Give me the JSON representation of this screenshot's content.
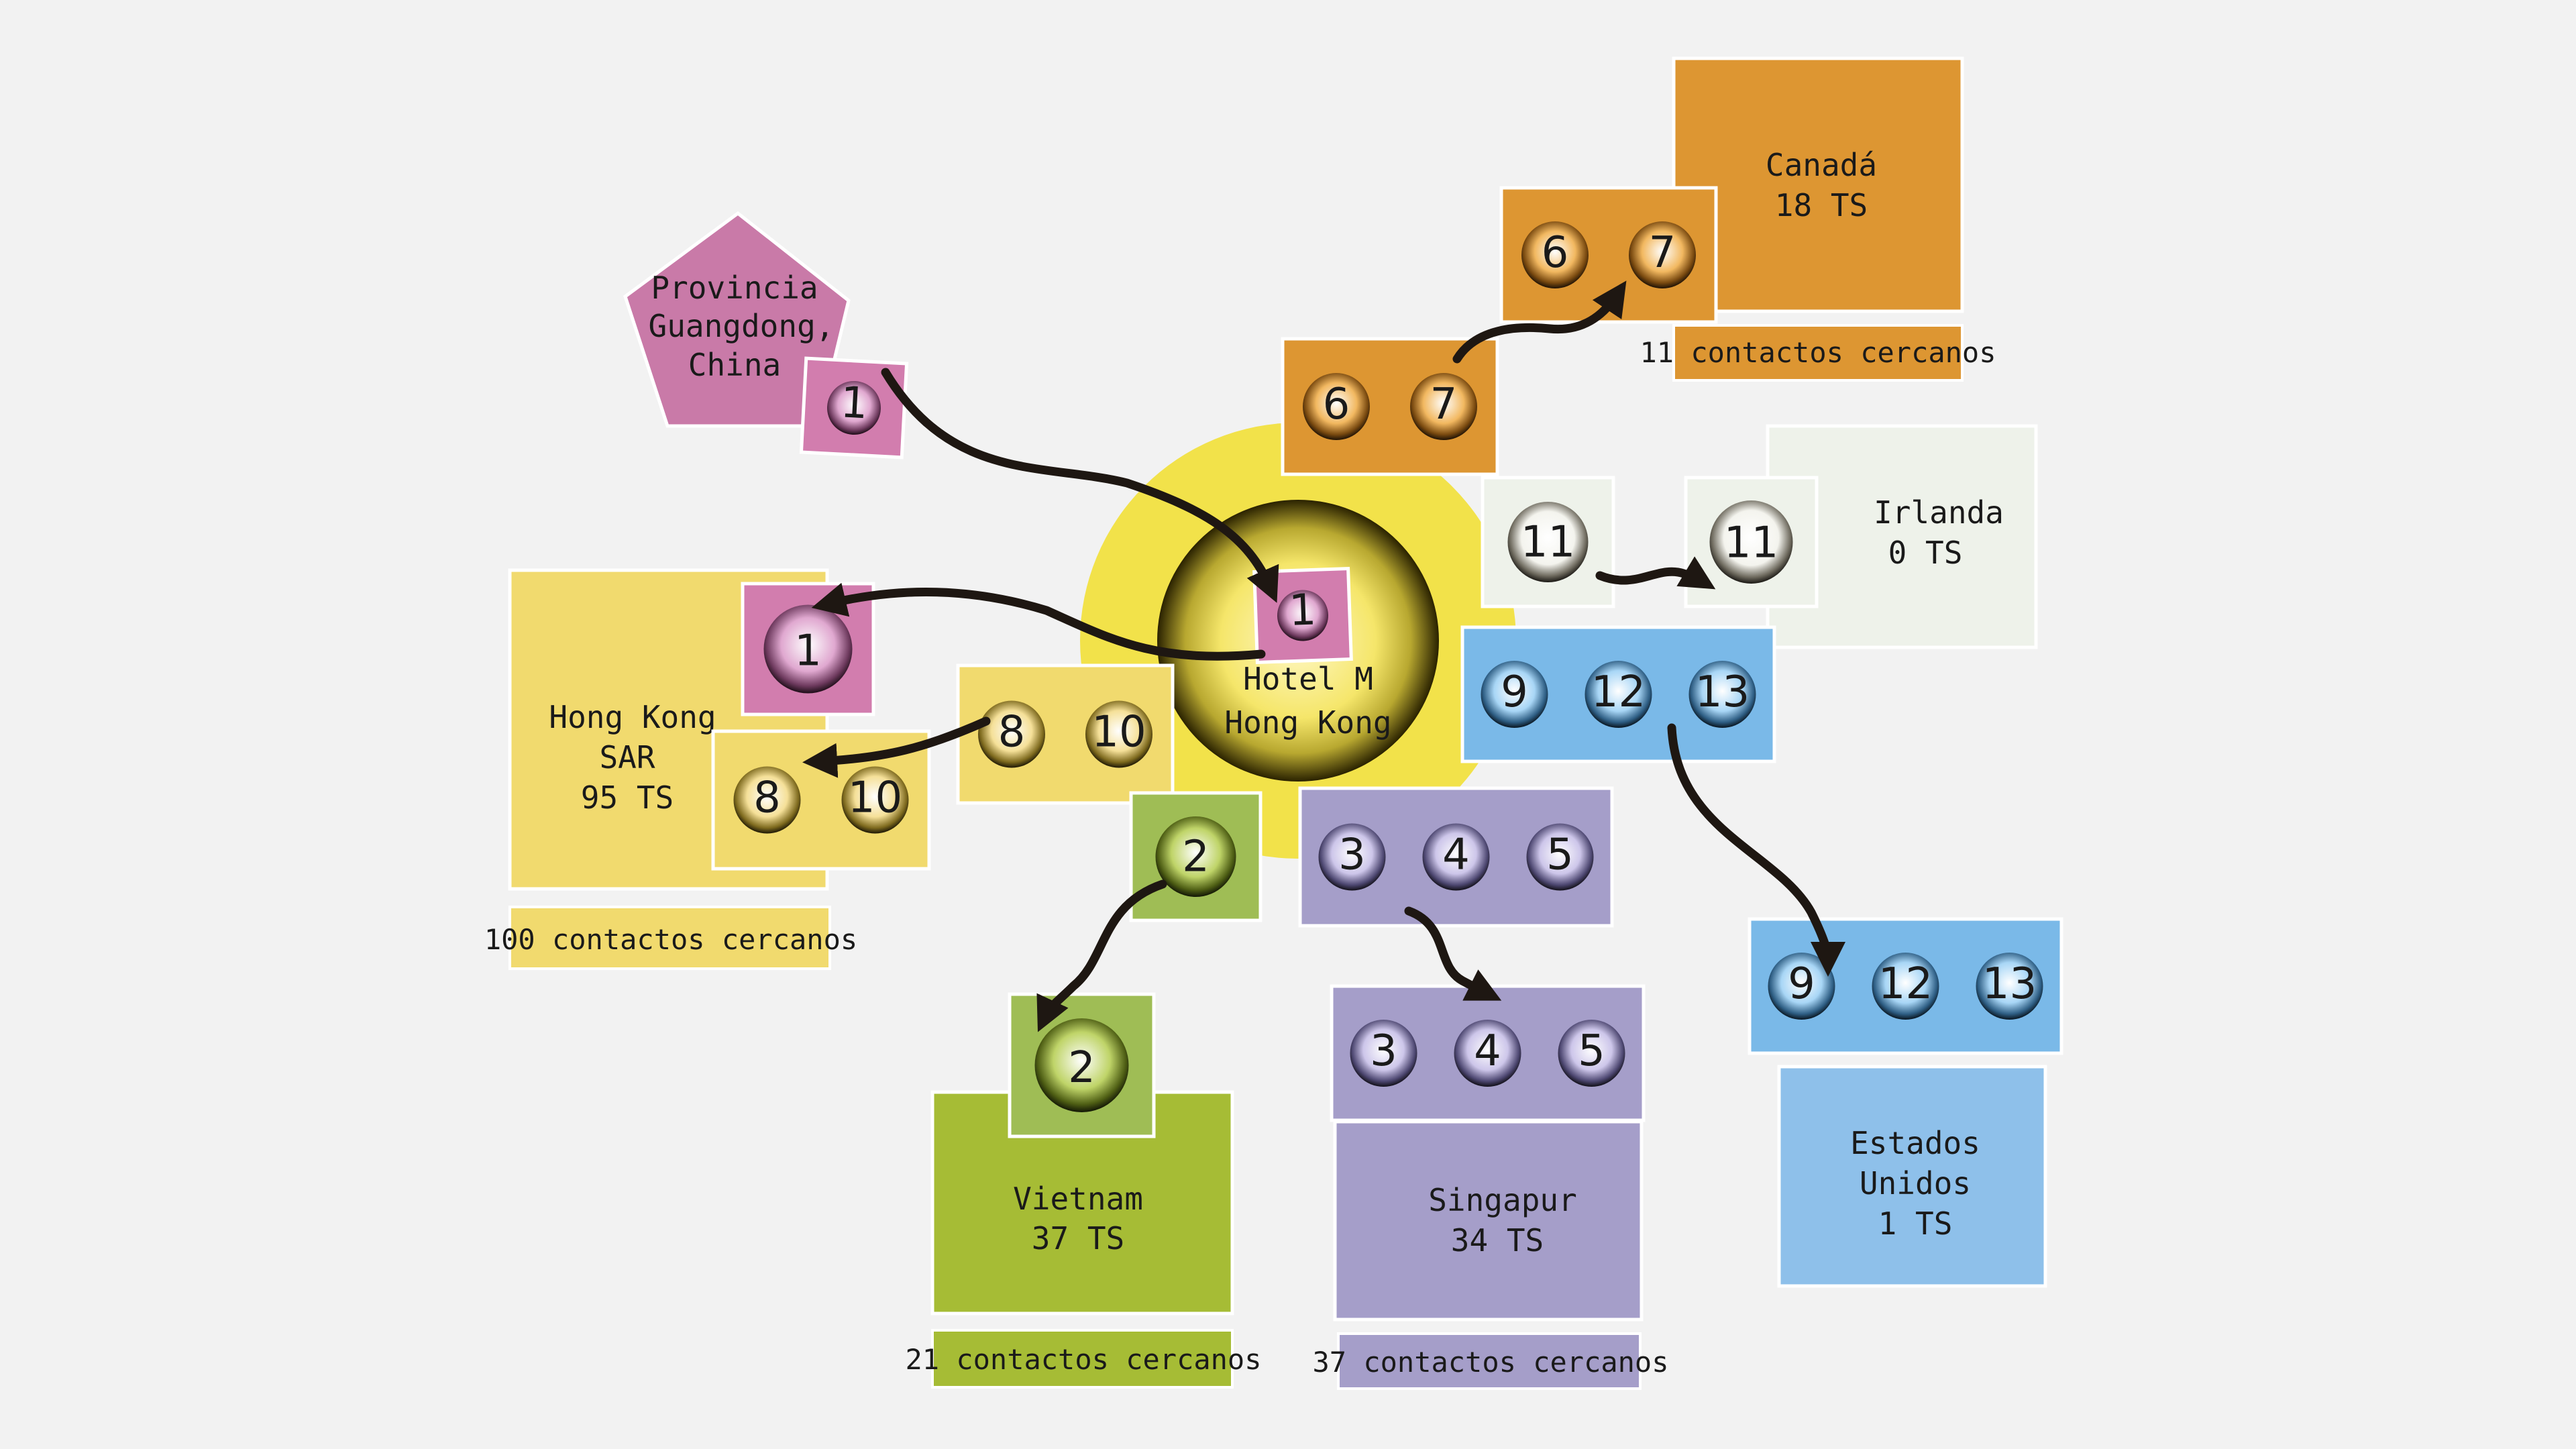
{
  "hub": {
    "line1": "Hotel M",
    "line2": "Hong Kong"
  },
  "regions": {
    "guangdong": {
      "lines": [
        "Provincia",
        "Guangdong,",
        "China"
      ]
    },
    "canada": {
      "lines": [
        "Canadá",
        "18 TS"
      ],
      "contacts": "11 contactos cercanos"
    },
    "ireland": {
      "lines": [
        "Irlanda",
        "0 TS"
      ]
    },
    "hongkong": {
      "lines": [
        "Hong Kong",
        "SAR",
        "95 TS"
      ],
      "contacts": "100 contactos cercanos"
    },
    "vietnam": {
      "lines": [
        "Vietnam",
        "37 TS"
      ],
      "contacts": "21 contactos cercanos"
    },
    "singapore": {
      "lines": [
        "Singapur",
        "34 TS"
      ],
      "contacts": "37 contactos cercanos"
    },
    "usa": {
      "lines": [
        "Estados",
        "Unidos",
        "1 TS"
      ]
    }
  },
  "cases": {
    "guangdong": [
      "1"
    ],
    "hub_gd": [
      "1"
    ],
    "hk": [
      "1"
    ],
    "hub_hk": [
      "8",
      "10"
    ],
    "hk_dest": [
      "8",
      "10"
    ],
    "hub_vn": [
      "2"
    ],
    "vn_dest": [
      "2"
    ],
    "hub_sg": [
      "3",
      "4",
      "5"
    ],
    "sg_dest": [
      "3",
      "4",
      "5"
    ],
    "hub_us": [
      "9",
      "12",
      "13"
    ],
    "us_dest": [
      "9",
      "12",
      "13"
    ],
    "hub_ie": [
      "11"
    ],
    "ie_dest": [
      "11"
    ],
    "hub_ca": [
      "6",
      "7"
    ],
    "ca_dest": [
      "6",
      "7"
    ]
  },
  "colors": {
    "pink": "#c97aa8",
    "pink_dark": "#d27dae",
    "yellow": "#f1da6e",
    "orange": "#dd9632",
    "green": "#a6bc35",
    "green_light": "#9fbd55",
    "purple": "#a59ec9",
    "blue": "#7ab9e8",
    "blue_light": "#8ec0ea",
    "pale": "#eef2ea",
    "hub": "#f2e24a"
  }
}
